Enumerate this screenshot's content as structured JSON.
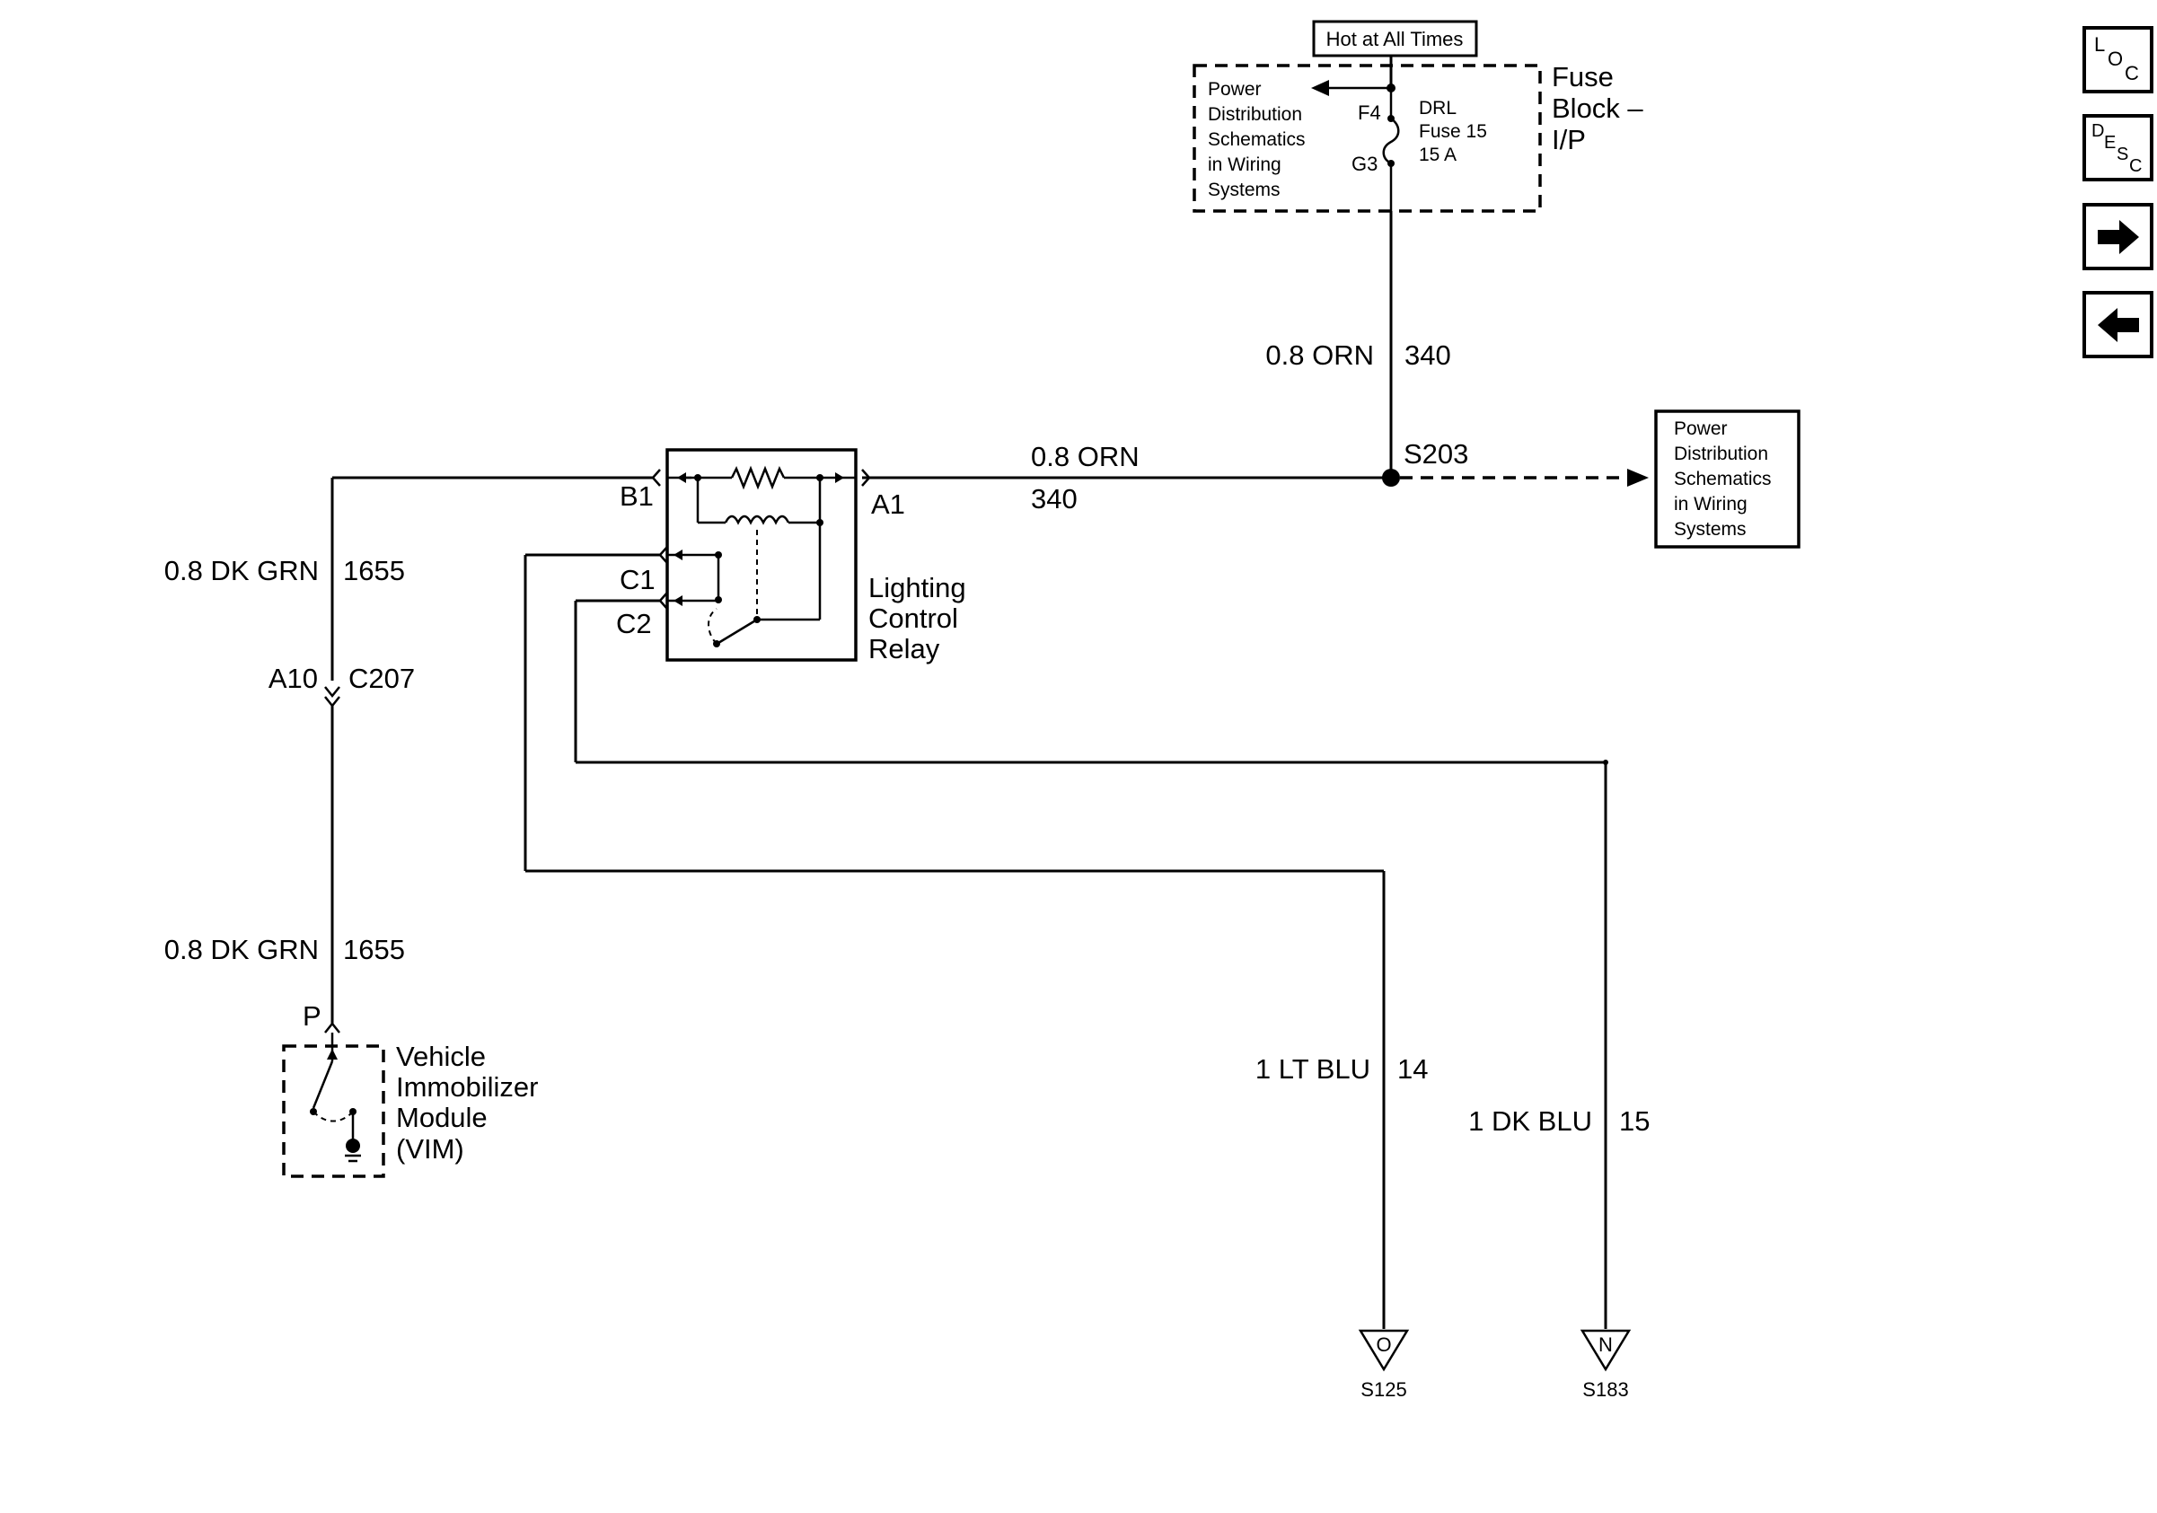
{
  "fuse_block": {
    "hot_label": "Hot at All Times",
    "title_line1": "Fuse",
    "title_line2": "Block –",
    "title_line3": "I/P",
    "ref_line1": "Power",
    "ref_line2": "Distribution",
    "ref_line3": "Schematics",
    "ref_line4": "in Wiring",
    "ref_line5": "Systems",
    "pin_in": "F4",
    "pin_out": "G3",
    "fuse_line1": "DRL",
    "fuse_line2": "Fuse 15",
    "fuse_line3": "15 A"
  },
  "wires": {
    "fuse_feed_gauge": "0.8 ORN",
    "fuse_feed_circuit": "340",
    "relay_feed_gauge": "0.8 ORN",
    "relay_feed_circuit": "340",
    "vim_upper_gauge": "0.8 DK GRN",
    "vim_upper_circuit": "1655",
    "vim_lower_gauge": "0.8 DK GRN",
    "vim_lower_circuit": "1655",
    "c1_gauge": "1 LT BLU",
    "c1_circuit": "14",
    "c2_gauge": "1 DK BLU",
    "c2_circuit": "15"
  },
  "splice": {
    "label": "S203"
  },
  "power_ref": {
    "line1": "Power",
    "line2": "Distribution",
    "line3": "Schematics",
    "line4": "in Wiring",
    "line5": "Systems"
  },
  "relay": {
    "name_line1": "Lighting",
    "name_line2": "Control",
    "name_line3": "Relay",
    "pin_a1": "A1",
    "pin_b1": "B1",
    "pin_c1": "C1",
    "pin_c2": "C2"
  },
  "connector": {
    "cavity": "A10",
    "name": "C207"
  },
  "vim": {
    "pin": "P",
    "name_line1": "Vehicle",
    "name_line2": "Immobilizer",
    "name_line3": "Module",
    "name_line4": "(VIM)"
  },
  "terminals": [
    {
      "letter": "O",
      "splice": "S125"
    },
    {
      "letter": "N",
      "splice": "S183"
    }
  ],
  "nav": {
    "loc_icon": "loc-icon",
    "desc_icon": "desc-icon",
    "next_icon": "arrow-right-icon",
    "prev_icon": "arrow-left-icon"
  }
}
